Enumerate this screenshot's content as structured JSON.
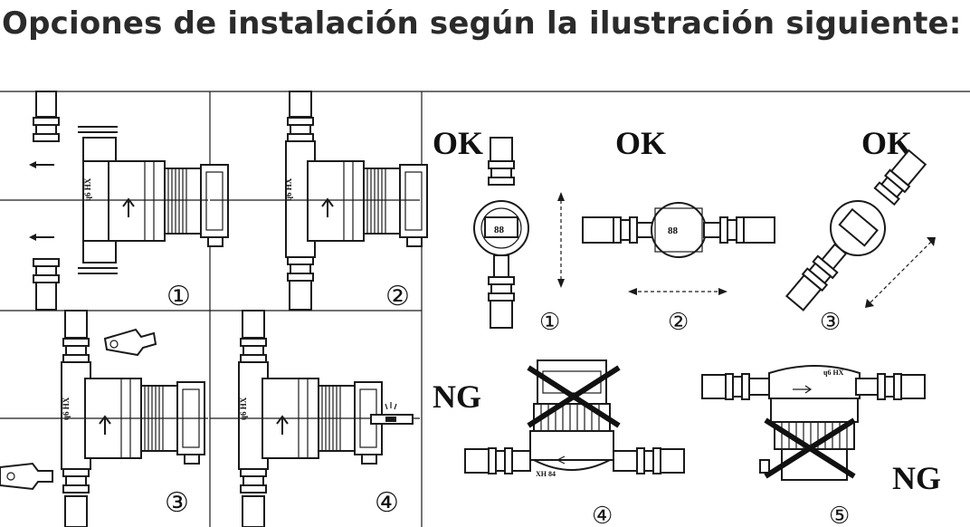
{
  "title": "Opciones de instalación según la ilustración siguiente:",
  "left_panels": {
    "numbers": [
      "①",
      "②",
      "③",
      "④"
    ],
    "motor_label": "ɥ6 HX"
  },
  "right_panel": {
    "ok_labels": [
      "OK",
      "OK",
      "OK"
    ],
    "ng_labels": [
      "NG",
      "NG"
    ],
    "numbers": [
      "①",
      "②",
      "③",
      "④",
      "⑤"
    ],
    "display_text": "88",
    "pump_marks": [
      "XH 84",
      "ɥ6 HX"
    ]
  }
}
